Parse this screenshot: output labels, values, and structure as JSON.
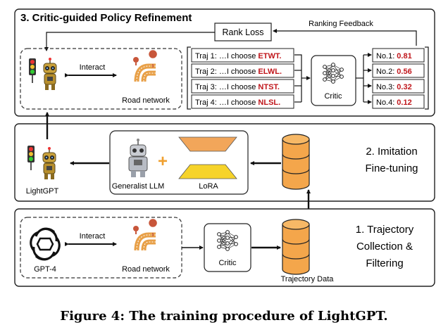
{
  "section3": {
    "title": "3. Critic-guided Policy Refinement",
    "rank_loss": "Rank Loss",
    "ranking_feedback": "Ranking Feedback",
    "interact": "Interact",
    "road_network": "Road network",
    "critic": "Critic",
    "trajectories": [
      {
        "prefix": "Traj 1: …I choose",
        "action": "ETWT."
      },
      {
        "prefix": "Traj 2: …I choose",
        "action": "ELWL."
      },
      {
        "prefix": "Traj 3: …I choose",
        "action": "NTST."
      },
      {
        "prefix": "Traj 4: …I choose",
        "action": "NLSL."
      }
    ],
    "ranks": [
      {
        "label": "No.1:",
        "score": "0.81"
      },
      {
        "label": "No.2:",
        "score": "0.56"
      },
      {
        "label": "No.3:",
        "score": "0.32"
      },
      {
        "label": "No.4:",
        "score": "0.12"
      }
    ]
  },
  "section2": {
    "title_line1": "2. Imitation",
    "title_line2": "Fine-tuning",
    "lightgpt": "LightGPT",
    "generalist_llm": "Generalist LLM",
    "lora": "LoRA"
  },
  "section1": {
    "title_line1": "1. Trajectory",
    "title_line2": "Collection &",
    "title_line3": "Filtering",
    "gpt4": "GPT-4",
    "interact": "Interact",
    "road_network": "Road network",
    "critic": "Critic",
    "trajectory_data": "Trajectory Data"
  },
  "caption": "Figure 4: The training procedure of LightGPT.",
  "colors": {
    "action_red": "#c0161b",
    "lora_orange": "#f2a65a",
    "lora_yellow": "#f6d32a",
    "db_orange": "#f4a64b",
    "plus": "#f0a030"
  }
}
